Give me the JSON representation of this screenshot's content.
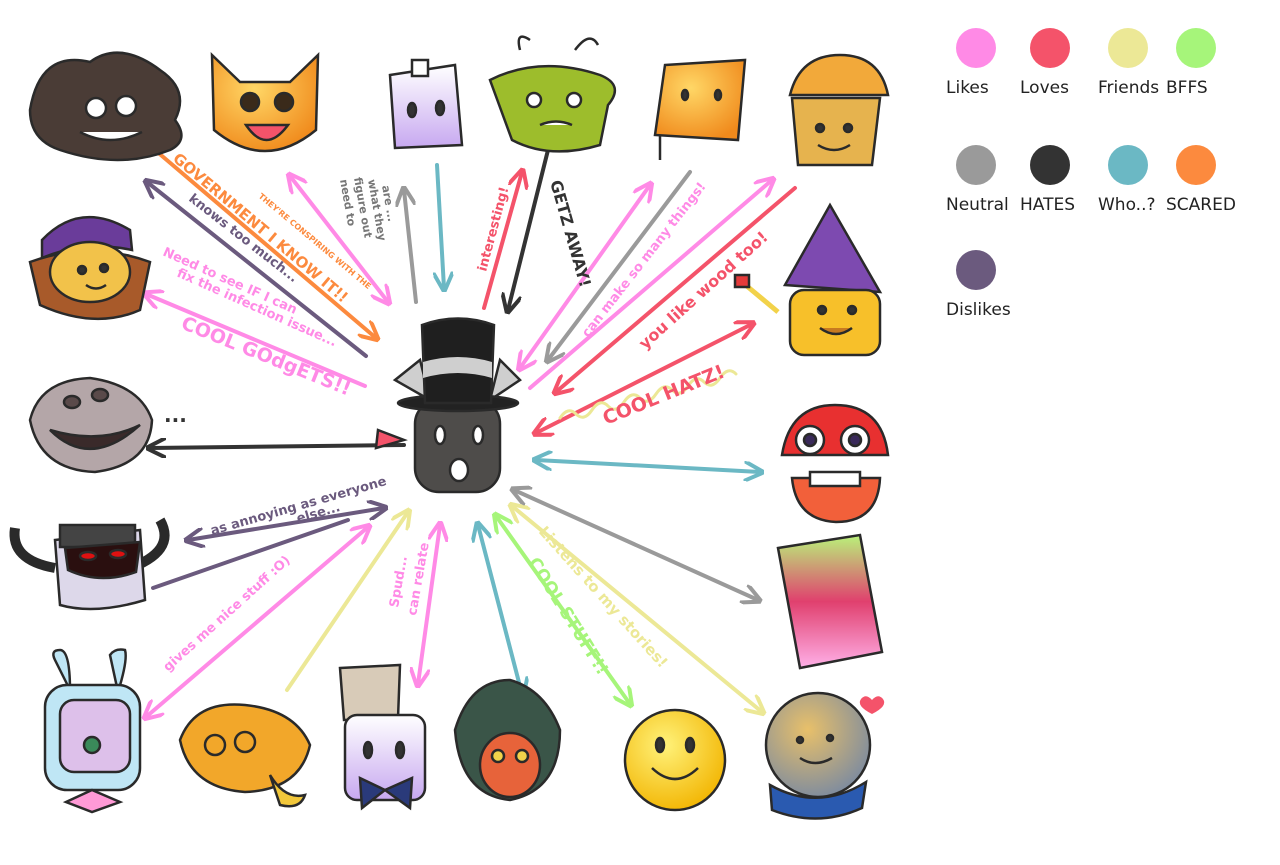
{
  "legend": [
    {
      "id": "likes",
      "label": "Likes",
      "color": "#ff8ae6"
    },
    {
      "id": "loves",
      "label": "Loves",
      "color": "#f4536a"
    },
    {
      "id": "friends",
      "label": "Friends",
      "color": "#ece896"
    },
    {
      "id": "bffs",
      "label": "BFFS",
      "color": "#a6f57a"
    },
    {
      "id": "neutral",
      "label": "Neutral",
      "color": "#9a9a9a"
    },
    {
      "id": "hates",
      "label": "HATES",
      "color": "#333333"
    },
    {
      "id": "who",
      "label": "Who..?",
      "color": "#6bb8c4"
    },
    {
      "id": "scared",
      "label": "SCARED",
      "color": "#fc8a3e"
    },
    {
      "id": "dislikes",
      "label": "Dislikes",
      "color": "#6b5a7e"
    }
  ],
  "annotations": {
    "government": "GOVERNMENT I KNOW IT!!",
    "conspiring": "THEY'RE CONSPIRING WITH THE",
    "knows": "knows too much...",
    "infection_1": "Need to see IF I can",
    "infection_2": "fix the infection issue...",
    "gadgets": "COOL GOdgETS!!",
    "figure_1": "need to",
    "figure_2": "figure out",
    "figure_3": "what they",
    "figure_4": "are ...",
    "interesting": "interesting!",
    "getz": "GETZ AWAY!",
    "make": "can make so many things!",
    "wood": "you like wood too!",
    "hatz": "COOL HATZ!",
    "dots": "...",
    "annoying_1": "as annoying as everyone",
    "annoying_2": "else...",
    "nice": "gives me nice stuff :O)",
    "spud_1": "Spud...",
    "spud_2": "can relate",
    "cool": "COOL STUFF!!",
    "stories": "Listens to my stories!"
  }
}
